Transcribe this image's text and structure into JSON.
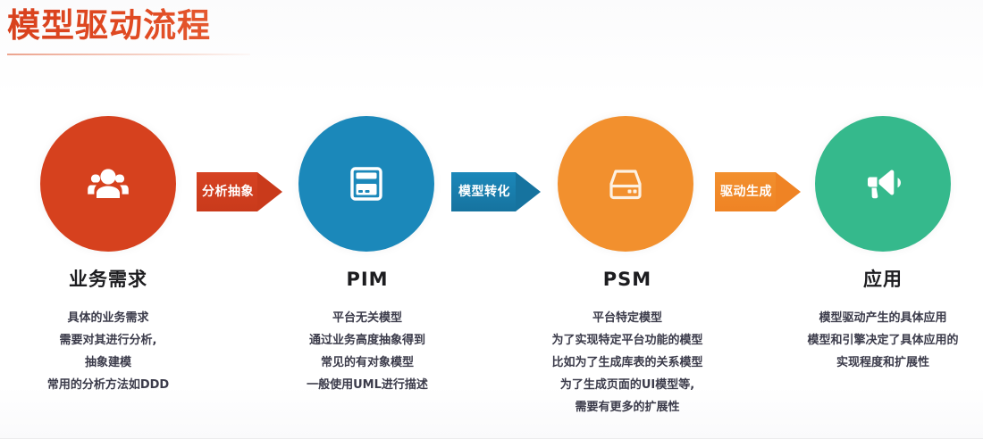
{
  "header": {
    "title": "模型驱动流程",
    "title_color": "#d8411d"
  },
  "flow": {
    "nodes": [
      {
        "id": "requirement",
        "icon": "users-icon",
        "color": "#d6411e",
        "title": "业务需求",
        "lines": [
          "具体的业务需求",
          "需要对其进行分析,",
          "抽象建模",
          "常用的分析方法如DDD"
        ]
      },
      {
        "id": "pim",
        "icon": "card-icon",
        "color": "#1b88ba",
        "title": "PIM",
        "lines": [
          "平台无关模型",
          "通过业务高度抽象得到",
          "常见的有对象模型",
          "一般使用UML进行描述"
        ]
      },
      {
        "id": "psm",
        "icon": "drive-icon",
        "color": "#f2902e",
        "title": "PSM",
        "lines": [
          "平台特定模型",
          "为了实现特定平台功能的模型",
          "比如为了生成库表的关系模型",
          "为了生成页面的UI模型等,",
          "需要有更多的扩展性"
        ]
      },
      {
        "id": "application",
        "icon": "megaphone-icon",
        "color": "#35b98c",
        "title": "应用",
        "lines": [
          "模型驱动产生的具体应用",
          "模型和引擎决定了具体应用的",
          "实现程度和扩展性"
        ]
      }
    ],
    "arrows": [
      {
        "id": "arrow-analyze",
        "label": "分析抽象",
        "color": "#d64222"
      },
      {
        "id": "arrow-transform",
        "label": "模型转化",
        "color": "#1b88ba"
      },
      {
        "id": "arrow-generate",
        "label": "驱动生成",
        "color": "#f2902e"
      }
    ]
  }
}
